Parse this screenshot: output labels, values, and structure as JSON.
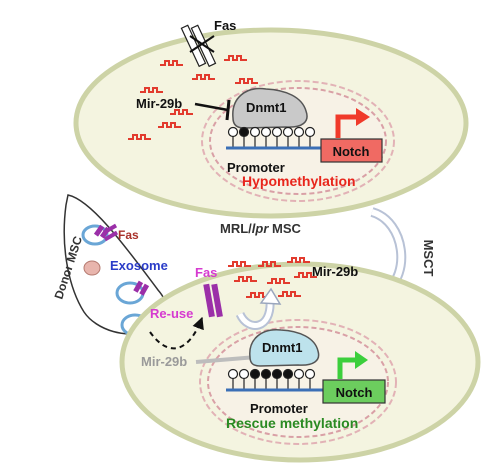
{
  "labels": {
    "fas_top": "Fas",
    "mir29b_top": "Mir-29b",
    "dnmt1_top": "Dnmt1",
    "promoter_top": "Promoter",
    "notch_top": "Notch",
    "hypomethylation": "Hypomethylation",
    "msc_prefix": "MRL/",
    "msc_italic": "lpr",
    "msc_suffix": " MSC",
    "msct": "MSCT",
    "donor_msc": "Donor MSC",
    "fas_donor": "Fas",
    "exosome": "Exosome",
    "fas_bottom": "Fas",
    "mir29b_bottom_right": "Mir-29b",
    "reuse": "Re-use",
    "mir29b_bottom_left": "Mir-29b",
    "dnmt1_bottom": "Dnmt1",
    "promoter_bottom": "Promoter",
    "notch_bottom": "Notch",
    "rescue_methylation": "Rescue methylation"
  },
  "methylation": {
    "top_sites": [
      false,
      true,
      false,
      false,
      false,
      false,
      false,
      false
    ],
    "bottom_sites": [
      false,
      false,
      true,
      true,
      true,
      true,
      false,
      false
    ]
  },
  "colors": {
    "cell_fill": "#f4f4e0",
    "cell_border": "#cdd3a6",
    "nucleus_border": "#d9a0a6",
    "mirna": "#e23b2e",
    "notch_top": "#f06a63",
    "notch_bottom": "#6ccd5e",
    "arrow_top": "#f03a2a",
    "arrow_bottom": "#3ccf3c",
    "fas_purple": "#9b2fa8",
    "hypomethylation_text": "#e8251c",
    "rescue_text": "#2a8a22",
    "exosome_text": "#2a3cc8",
    "fas_donor_text": "#a8302a",
    "reuse_text": "#d63ad0",
    "dnmt1_fill": "#c9c9c9",
    "dnmt1_bottom_fill": "#bde2ec",
    "mir29b_grey_text": "#9a9a9a",
    "msct_arrow": "#b8c2d6"
  }
}
